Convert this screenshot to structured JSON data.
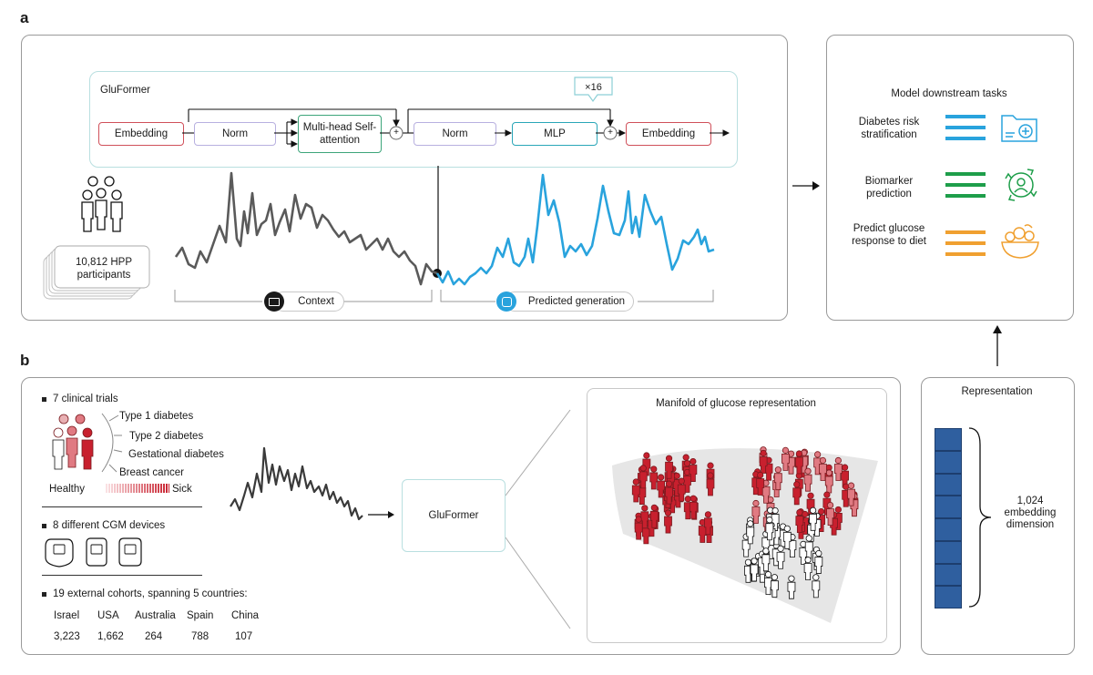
{
  "panels": {
    "a": "a",
    "b": "b"
  },
  "gluformer_block": {
    "title": "GluFormer",
    "repeat": "×16",
    "blocks": [
      "Embedding",
      "Norm",
      "Multi-head Self-attention",
      "Norm",
      "MLP",
      "Embedding"
    ],
    "plus": "+"
  },
  "participants": "10,812 HPP participants",
  "context_label": "Context",
  "predicted_label": "Predicted generation",
  "downstream": {
    "title": "Model downstream tasks",
    "tasks": [
      {
        "label": "Diabetes risk stratification",
        "color": "#29a3dd",
        "icon": "folder-medical-icon"
      },
      {
        "label": "Biomarker prediction",
        "color": "#1e9e4a",
        "icon": "person-cycle-icon"
      },
      {
        "label": "Predict glucose response to diet",
        "color": "#f0a030",
        "icon": "food-bowl-icon"
      }
    ]
  },
  "panel_b": {
    "trials_heading": "7 clinical trials",
    "conditions": [
      "Type 1 diabetes",
      "Type 2 diabetes",
      "Gestational diabetes",
      "Breast cancer"
    ],
    "healthy": "Healthy",
    "sick": "Sick",
    "devices_heading": "8 different CGM devices",
    "cohorts_heading": "19 external cohorts, spanning 5 countries:",
    "countries": [
      "Israel",
      "USA",
      "Australia",
      "Spain",
      "China"
    ],
    "counts": [
      "3,223",
      "1,662",
      "264",
      "788",
      "107"
    ],
    "model_label": "GluFormer",
    "manifold_title": "Manifold of glucose representation",
    "representation_title": "Representation",
    "embedding_label": "1,024 embedding dimension"
  },
  "colors": {
    "context": "#5a5a5a",
    "predicted": "#29a3dd",
    "sick": "#c8202e",
    "embedding": "#2f5f9f"
  }
}
